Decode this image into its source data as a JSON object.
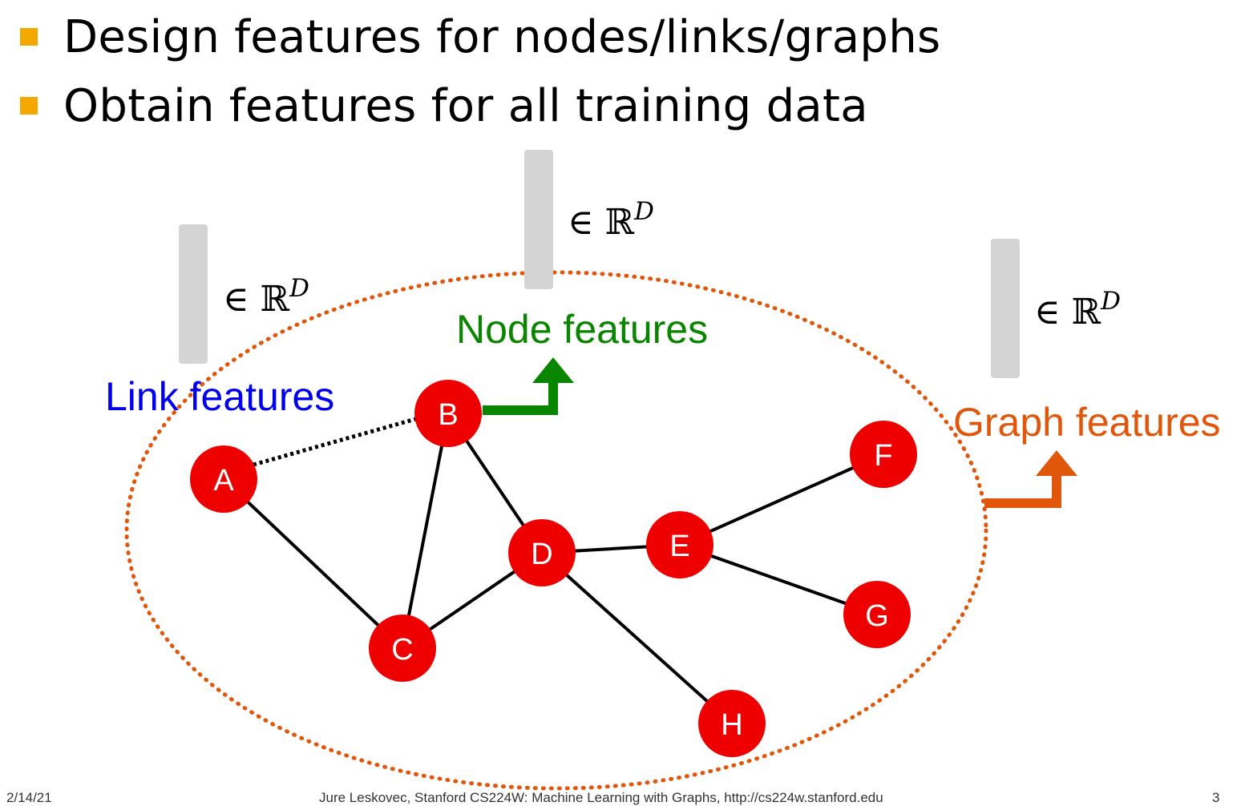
{
  "bullets": [
    "Design features for nodes/links/graphs",
    "Obtain features for all training data"
  ],
  "colors": {
    "bullet": "#f5a800",
    "node_fill": "#ee0000",
    "node_text": "#ffffff",
    "node_features": "#0a8500",
    "link_features": "#0000ee",
    "graph_features": "#e0560b",
    "vector": "#d4d4d4",
    "edge": "#000000"
  },
  "labels": {
    "node_features": "Node features",
    "link_features": "Link features",
    "graph_features": "Graph features",
    "vector_space_symbol": "∈ ℝ",
    "vector_space_exponent": "D"
  },
  "graph": {
    "nodes": [
      "A",
      "B",
      "C",
      "D",
      "E",
      "F",
      "G",
      "H"
    ],
    "edges": [
      [
        "A",
        "C"
      ],
      [
        "B",
        "C"
      ],
      [
        "B",
        "D"
      ],
      [
        "C",
        "D"
      ],
      [
        "D",
        "E"
      ],
      [
        "E",
        "F"
      ],
      [
        "E",
        "G"
      ],
      [
        "D",
        "H"
      ]
    ],
    "dotted_edges": [
      [
        "A",
        "B"
      ]
    ]
  },
  "footer": {
    "date": "2/14/21",
    "citation": "Jure Leskovec, Stanford CS224W: Machine Learning with Graphs, http://cs224w.stanford.edu",
    "page": "3"
  }
}
